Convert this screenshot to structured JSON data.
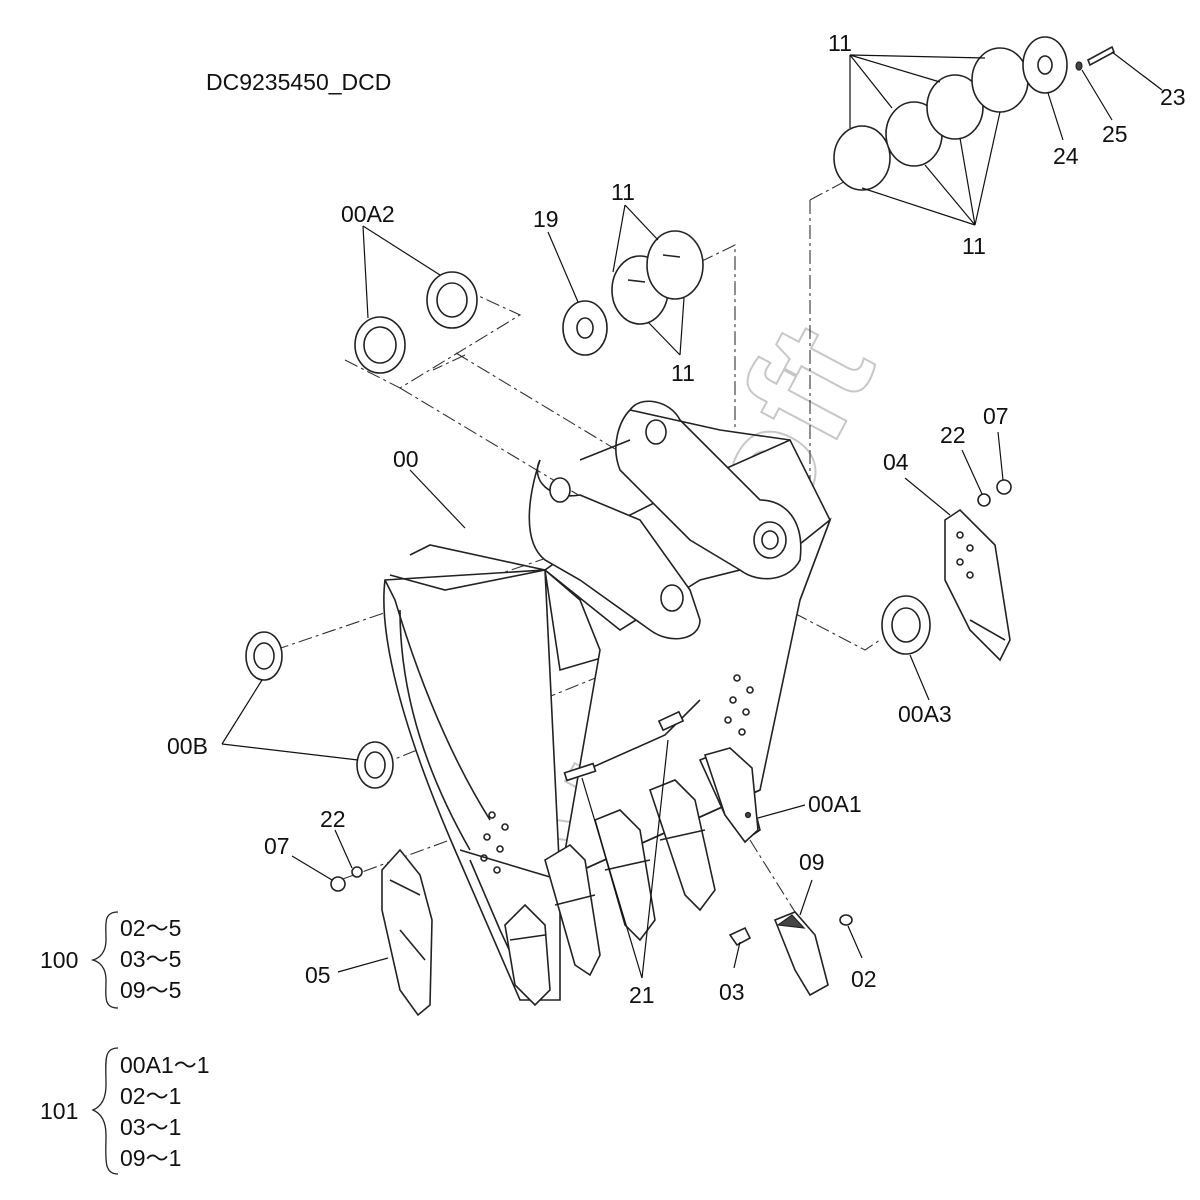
{
  "diagram_id": "DC9235450_DCD",
  "watermark": "AutoSoft",
  "callouts": {
    "c00": "00",
    "c00A2": "00A2",
    "c19": "19",
    "c11_top": "11",
    "c11_mid_top": "11",
    "c11_mid_bot": "11",
    "c11_right_bot": "11",
    "c23": "23",
    "c24": "24",
    "c25": "25",
    "c22_right": "22",
    "c07_right": "07",
    "c04": "04",
    "c00A3": "00A3",
    "c00B": "00B",
    "c22_left": "22",
    "c07_left": "07",
    "c00A1": "00A1",
    "c09": "09",
    "c05": "05",
    "c21": "21",
    "c03": "03",
    "c02": "02"
  },
  "kits": [
    {
      "number": "100",
      "items": [
        "02～5",
        "03～5",
        "09～5"
      ]
    },
    {
      "number": "101",
      "items": [
        "00A1～1",
        "02～1",
        "03～1",
        "09～1"
      ]
    }
  ]
}
